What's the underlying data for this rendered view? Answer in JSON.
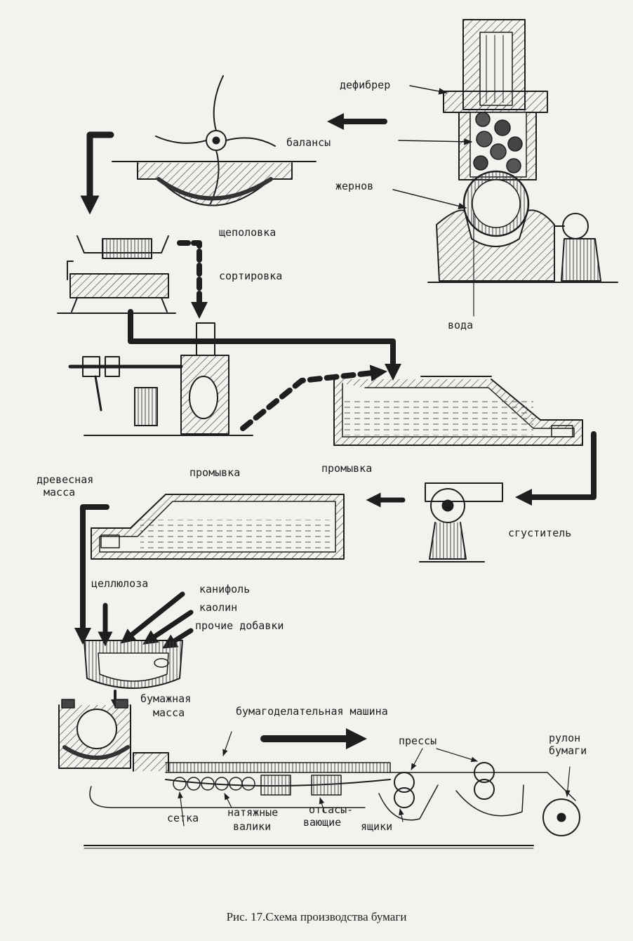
{
  "labels": {
    "defibrer": "дефибрер",
    "balances": "балансы",
    "millstones": "жернов",
    "water": "вода",
    "splitting": "щеполовка",
    "sorting": "сортировка",
    "washing1": "промывка",
    "washing2": "промывка",
    "wood_pulp_l1": "древесная",
    "wood_pulp_l2": "масса",
    "thickener": "сгуститель",
    "cellulose": "целлюлоза",
    "rosin": "канифоль",
    "kaolin": "каолин",
    "other_additives": "прочие добавки",
    "paper_pulp_l1": "бумажная",
    "paper_pulp_l2": "масса",
    "paper_machine": "бумагоделательная машина",
    "presses": "прессы",
    "roll_l1": "рулон",
    "roll_l2": "бумаги",
    "wire": "сетка",
    "rollers_l1": "натяжные",
    "rollers_l2": "валики",
    "suction_l1": "отсасы-",
    "suction_l2": "вающие",
    "boxes": "ящики"
  },
  "caption": "Рис. 17.Схема производства бумаги"
}
